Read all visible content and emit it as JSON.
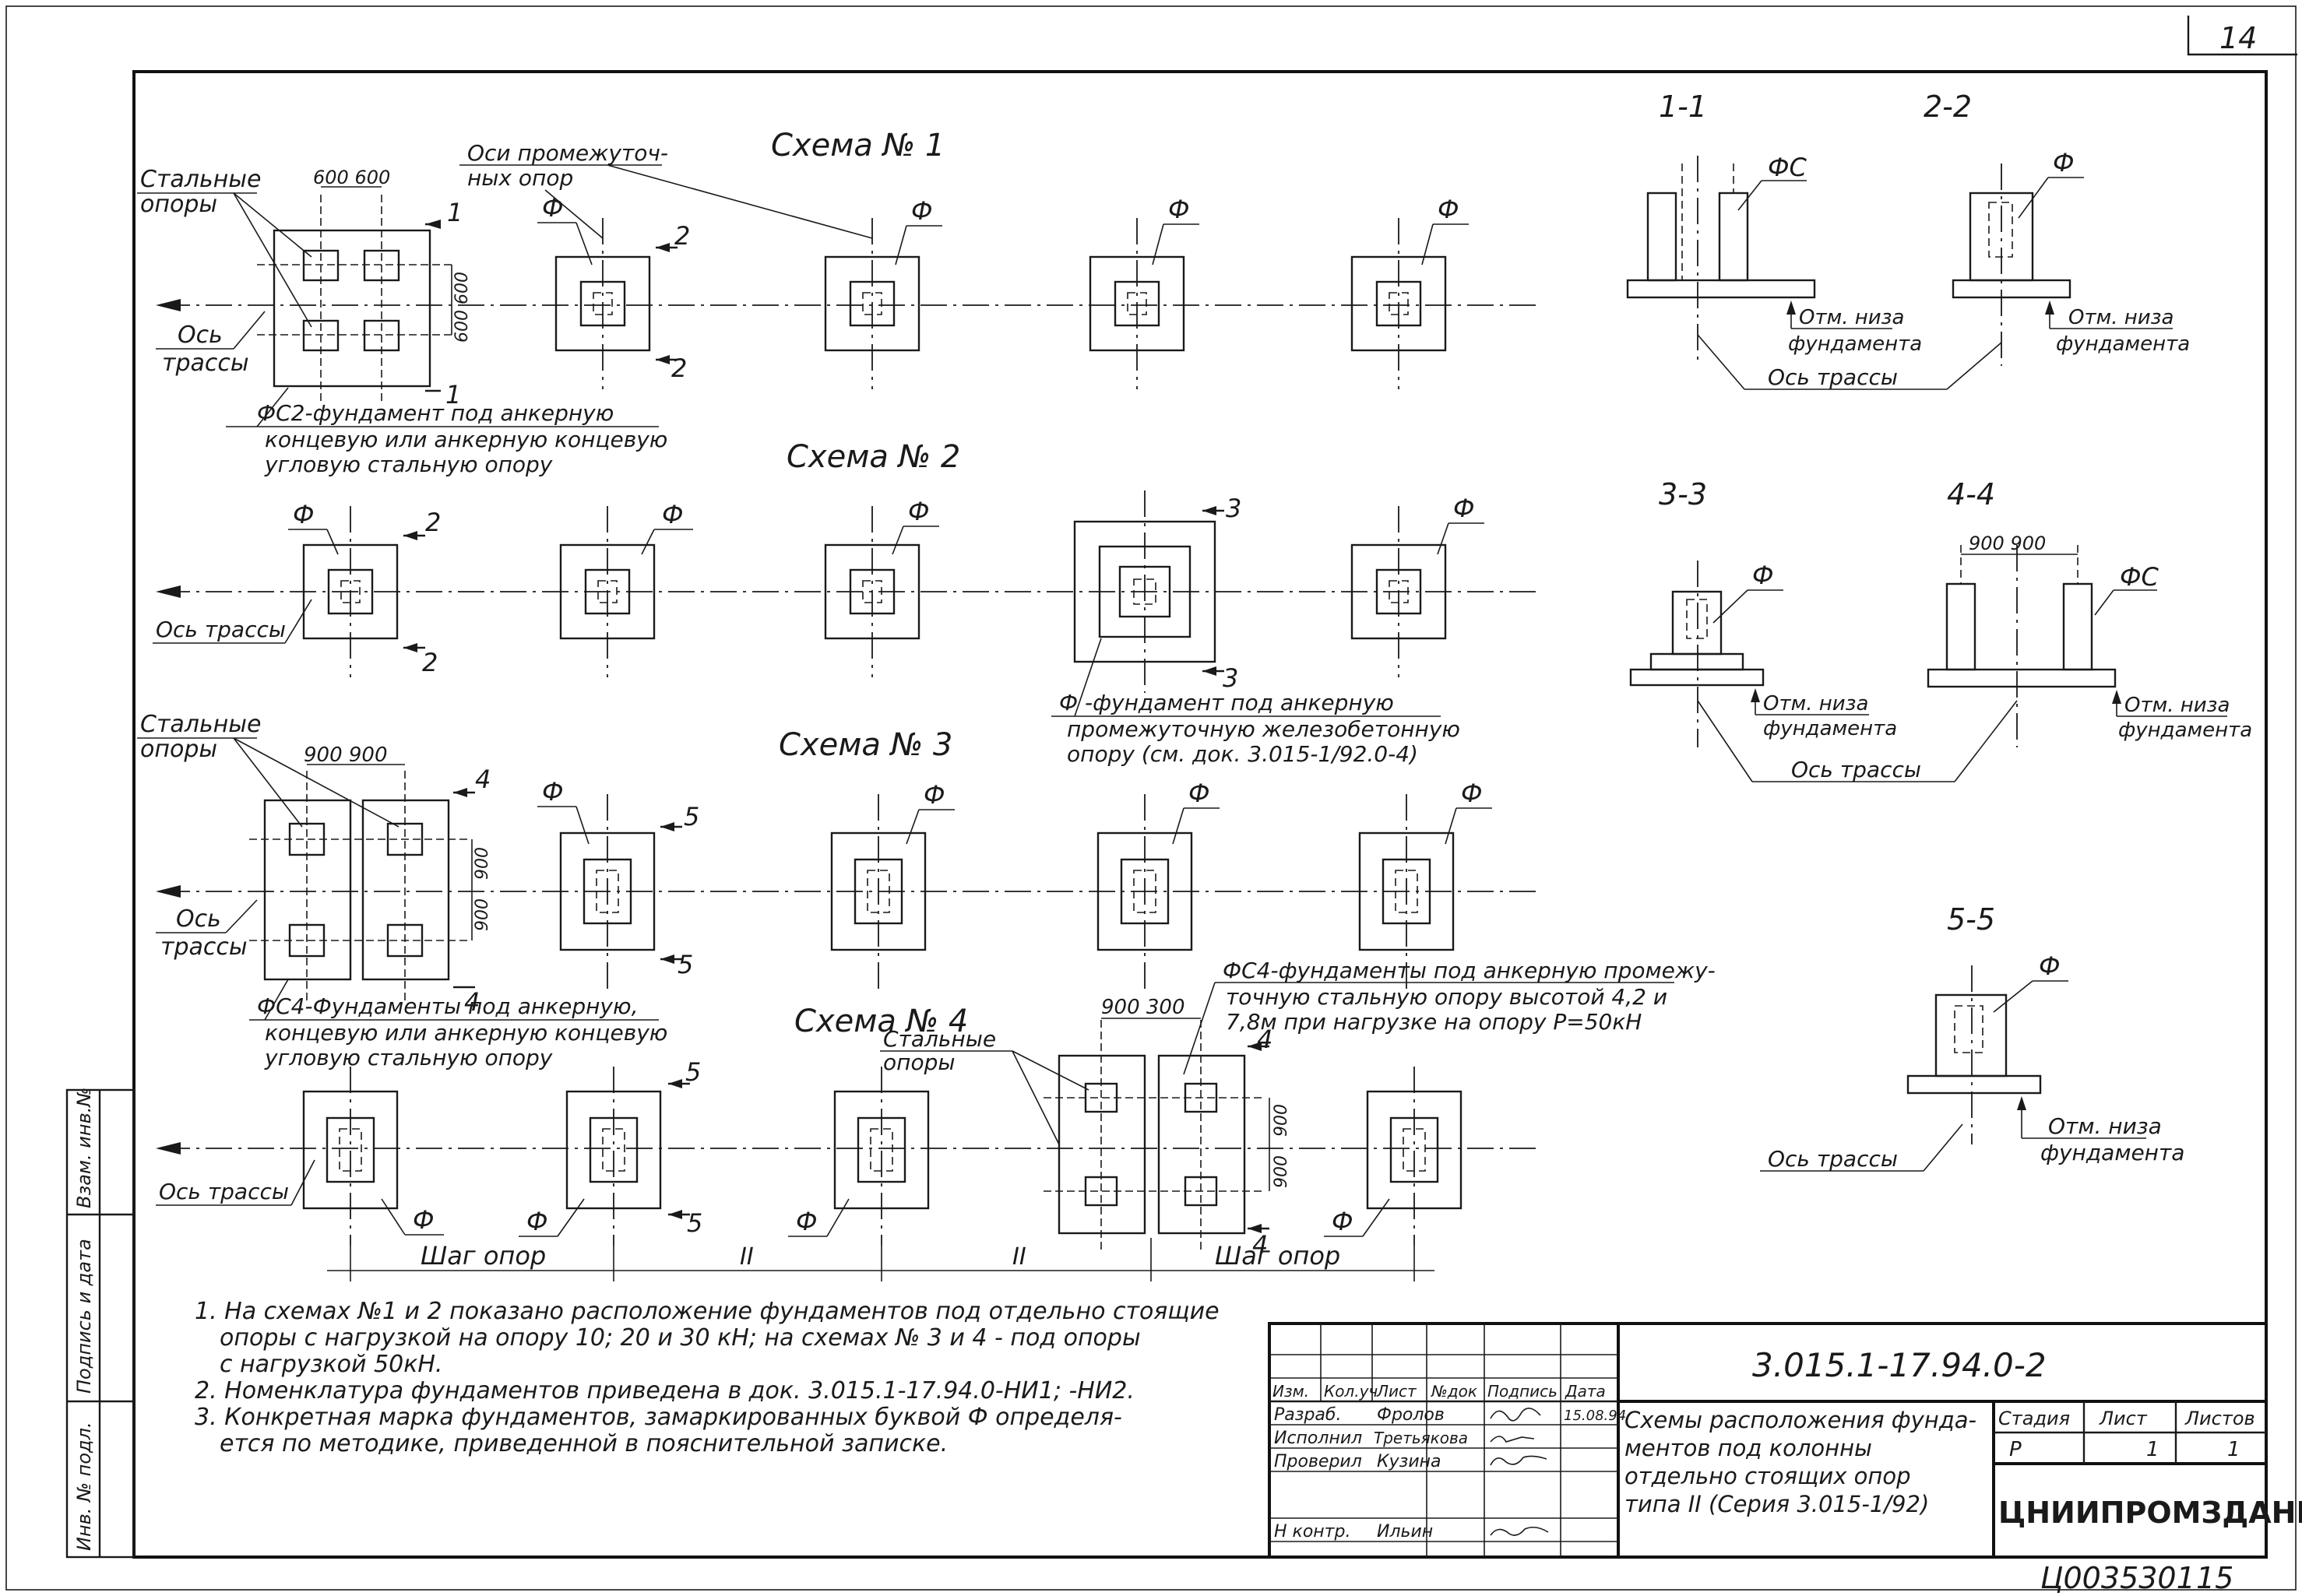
{
  "sheet_number": "14",
  "page_suffix": "15",
  "archive_number": "Ц0035301",
  "schemes": {
    "s1": "Схема № 1",
    "s2": "Схема № 2",
    "s3": "Схема № 3",
    "s4": "Схема № 4"
  },
  "labels": {
    "steel_supports": [
      "Стальные",
      "опоры"
    ],
    "route_axis": "Ось трассы",
    "route_axis_split": [
      "Ось",
      "трассы"
    ],
    "intermediate_axes": [
      "Оси промежуточ-",
      "ных опор"
    ],
    "f": "Ф",
    "fs": "ФС",
    "dims_600": "600 600",
    "dims_900": "900 900",
    "dims_900_300": "900 300",
    "dim_600": "600",
    "dim_900": "900",
    "fs2_note": [
      "ФС2-фундамент под анкерную",
      "концевую или анкерную концевую",
      "угловую стальную опору"
    ],
    "f_note": [
      "Ф -фундамент под анкерную",
      "промежуточную железобетонную",
      "опору (см. док. 3.015-1/92.0-4)"
    ],
    "fs4_note": [
      "ФС4-Фундаменты под анкерную,",
      "концевую или анкерную концевую",
      "угловую стальную опору"
    ],
    "fs4_note2": [
      "ФС4-фундаменты под анкерную промежу-",
      "точную стальную опору высотой 4,2 и",
      "7,8м при нагрузке на опору P=50кН"
    ],
    "step": "Шаг опор",
    "ditto": "II",
    "bottom_mark": [
      "Отм. низа",
      "фундамента"
    ]
  },
  "cut_marks": {
    "c1": "1",
    "c2": "2",
    "c3": "3",
    "c4": "4",
    "c5": "5"
  },
  "sections": {
    "s11": "1-1",
    "s22": "2-2",
    "s33": "3-3",
    "s44": "4-4",
    "s55": "5-5"
  },
  "notes": [
    "1. На схемах №1 и 2 показано расположение фундаментов под отдельно стоящие",
    "опоры с нагрузкой на опору 10; 20 и 30 кН; на схемах № 3 и 4 - под опоры",
    "с нагрузкой 50кН.",
    "2. Номенклатура фундаментов приведена в док. 3.015.1-17.94.0-НИ1; -НИ2.",
    "3. Конкретная марка фундаментов, замаркированных буквой Ф определя-",
    "ется по методике, приведенной в пояснительной записке."
  ],
  "side_stamp": [
    "Инв. № подл.",
    "Подпись и дата",
    "Взам. инв.№"
  ],
  "title_block": {
    "code": "3.015.1-17.94.0-2",
    "header": [
      "Изм.",
      "Кол.уч",
      "Лист",
      "№док",
      "Подпись",
      "Дата"
    ],
    "rows": [
      {
        "role": "Разраб.",
        "name": "Фролов",
        "date": "15.08.94"
      },
      {
        "role": "Исполнил",
        "name": "Третьякова",
        "date": ""
      },
      {
        "role": "Проверил",
        "name": "Кузина",
        "date": ""
      },
      {
        "role": "Н контр.",
        "name": "Ильин",
        "date": ""
      }
    ],
    "title": [
      "Схемы расположения фунда-",
      "ментов под колонны",
      "отдельно стоящих опор",
      "типа II (Серия 3.015-1/92)"
    ],
    "stage_hdr": "Стадия",
    "sheet_hdr": "Лист",
    "sheets_hdr": "Листов",
    "stage": "Р",
    "sheet": "1",
    "sheets": "1",
    "org": "ЦНИИПРОМЗДАНИЙ"
  }
}
